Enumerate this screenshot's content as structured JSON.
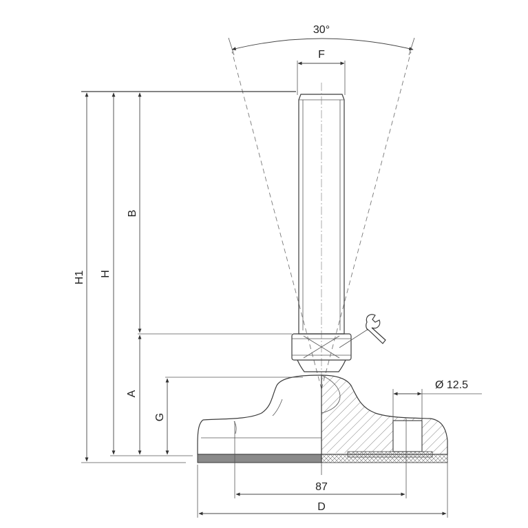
{
  "labels": {
    "angle": "30°",
    "F": "F",
    "B": "B",
    "H1": "H1",
    "H": "H",
    "A": "A",
    "G": "G",
    "dia": "Ø 12.5",
    "w87": "87",
    "D": "D"
  },
  "icons": {
    "tool": "wrench-icon"
  },
  "colors": {
    "line": "#3a3a3a",
    "pad": "#8a8a8a"
  }
}
